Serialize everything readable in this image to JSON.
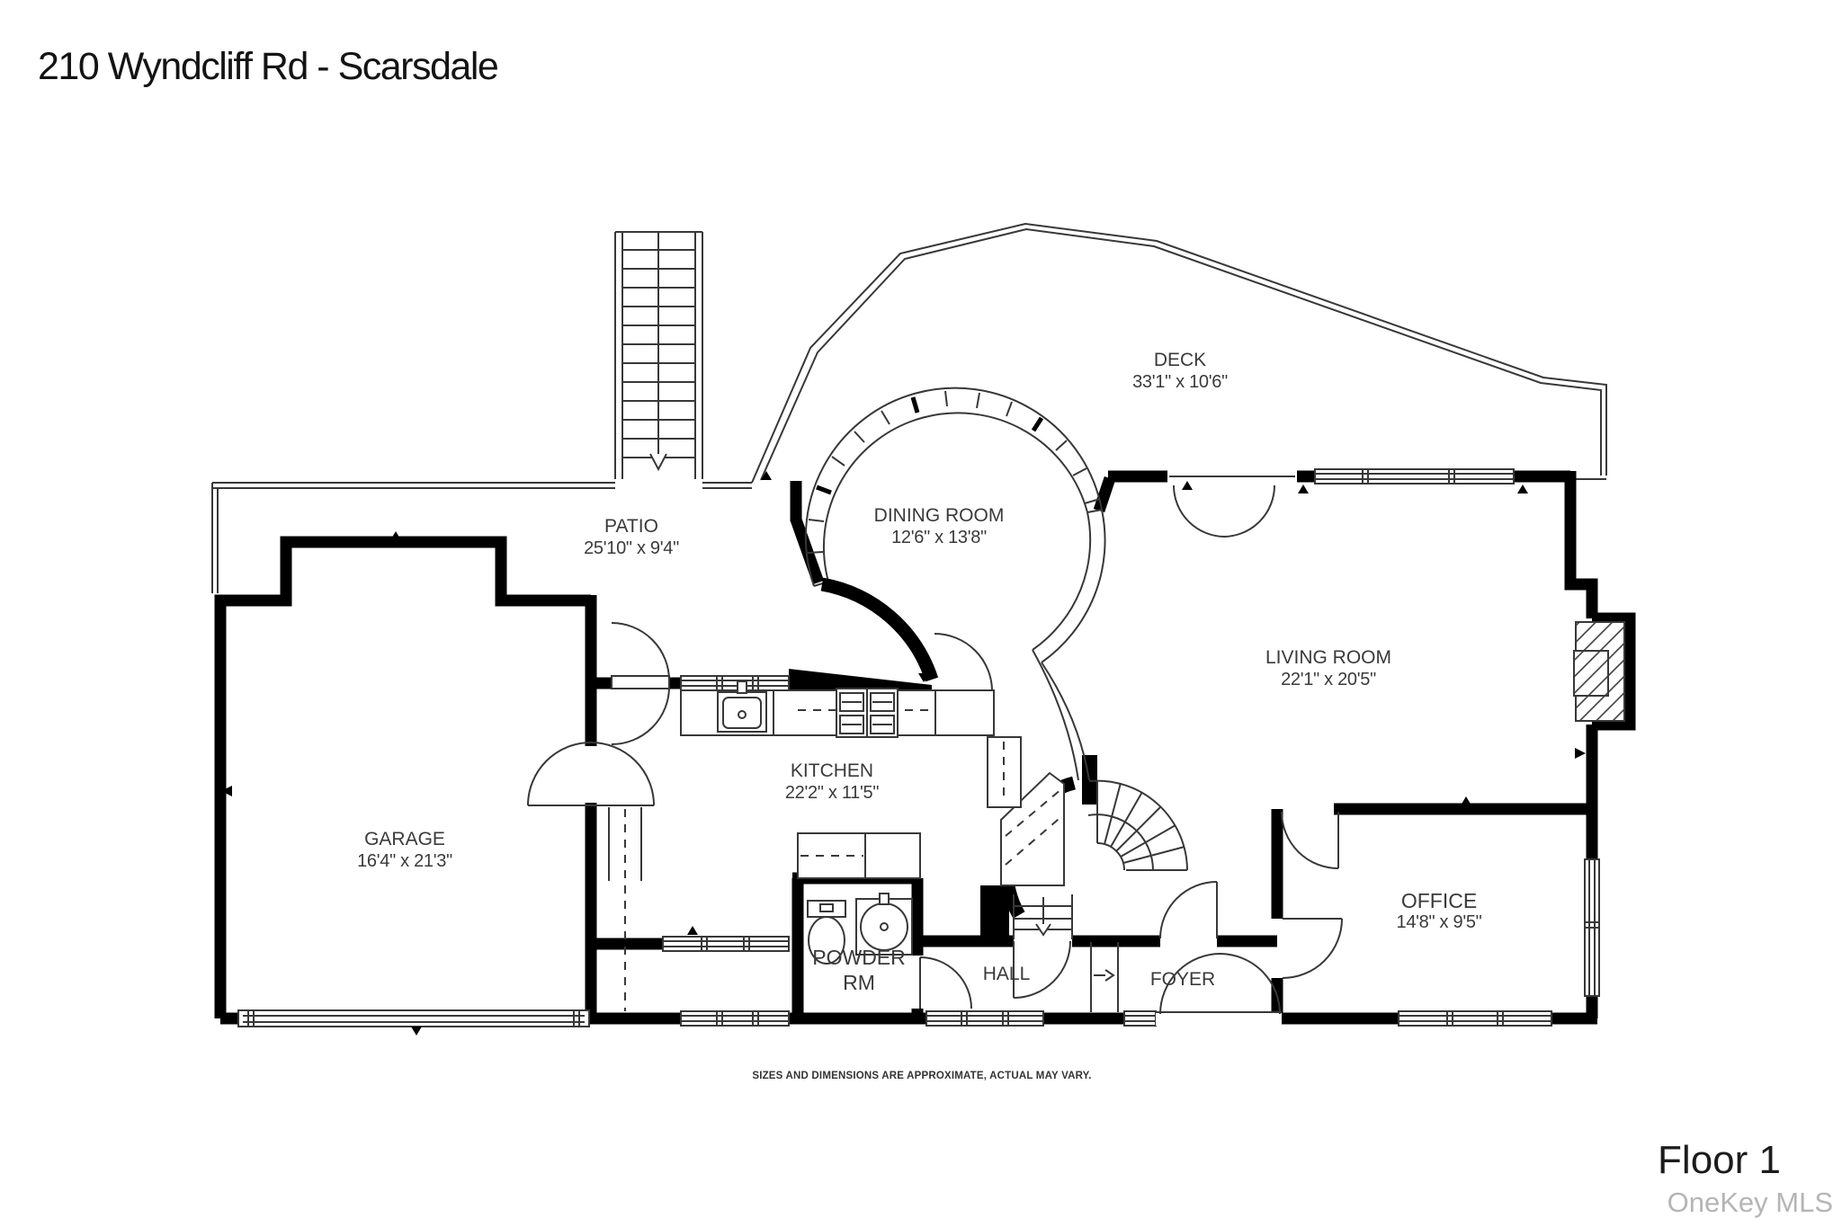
{
  "header": {
    "title": "210 Wyndcliff Rd - Scarsdale"
  },
  "rooms": [
    {
      "id": "deck",
      "name": "DECK",
      "dims": "33'1\" x 10'6\""
    },
    {
      "id": "patio",
      "name": "PATIO",
      "dims": "25'10\" x 9'4\""
    },
    {
      "id": "dining-room",
      "name": "DINING ROOM",
      "dims": "12'6\" x 13'8\""
    },
    {
      "id": "living-room",
      "name": "LIVING ROOM",
      "dims": "22'1\" x 20'5\""
    },
    {
      "id": "garage",
      "name": "GARAGE",
      "dims": "16'4\" x 21'3\""
    },
    {
      "id": "kitchen",
      "name": "KITCHEN",
      "dims": "22'2\" x 11'5\""
    },
    {
      "id": "powder-room",
      "name": "POWDER RM",
      "dims": ""
    },
    {
      "id": "hall",
      "name": "HALL",
      "dims": ""
    },
    {
      "id": "foyer",
      "name": "FOYER",
      "dims": ""
    },
    {
      "id": "office",
      "name": "OFFICE",
      "dims": "14'8\" x 9'5\""
    }
  ],
  "footer": {
    "disclaimer": "SIZES AND DIMENSIONS ARE APPROXIMATE, ACTUAL MAY VARY.",
    "floor_label": "Floor 1",
    "watermark": "OneKey MLS"
  },
  "colors": {
    "wall": "#000000",
    "line": "#383838",
    "text": "#3a3a3a",
    "watermark": "#b5b5b5"
  }
}
